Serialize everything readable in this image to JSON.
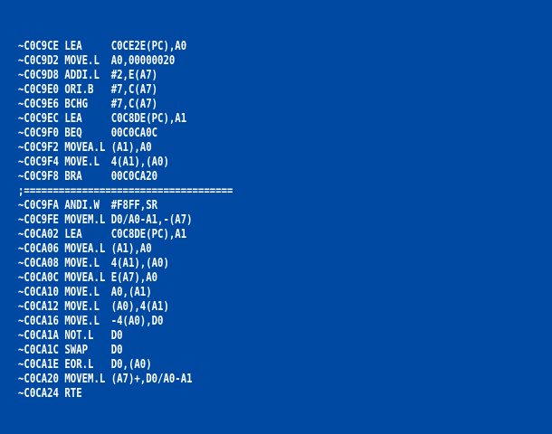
{
  "colors": {
    "background": "#0049a3",
    "text": "#ffffff"
  },
  "lines": [
    {
      "addr": "~C0C9CE",
      "mnem": "LEA",
      "ops": "C0CE2E(PC),A0"
    },
    {
      "addr": "~C0C9D2",
      "mnem": "MOVE.L",
      "ops": "A0,00000020"
    },
    {
      "addr": "~C0C9D8",
      "mnem": "ADDI.L",
      "ops": "#2,E(A7)"
    },
    {
      "addr": "~C0C9E0",
      "mnem": "ORI.B",
      "ops": "#7,C(A7)"
    },
    {
      "addr": "~C0C9E6",
      "mnem": "BCHG",
      "ops": "#7,C(A7)"
    },
    {
      "addr": "~C0C9EC",
      "mnem": "LEA",
      "ops": "C0C8DE(PC),A1"
    },
    {
      "addr": "~C0C9F0",
      "mnem": "BEQ",
      "ops": "00C0CA0C"
    },
    {
      "addr": "~C0C9F2",
      "mnem": "MOVEA.L",
      "ops": "(A1),A0"
    },
    {
      "addr": "~C0C9F4",
      "mnem": "MOVE.L",
      "ops": "4(A1),(A0)"
    },
    {
      "addr": "~C0C9F8",
      "mnem": "BRA",
      "ops": "00C0CA20"
    },
    {
      "sep": ";===================================="
    },
    {
      "addr": "~C0C9FA",
      "mnem": "ANDI.W",
      "ops": "#F8FF,SR"
    },
    {
      "addr": "~C0C9FE",
      "mnem": "MOVEM.L",
      "ops": "D0/A0-A1,-(A7)"
    },
    {
      "addr": "~C0CA02",
      "mnem": "LEA",
      "ops": "C0C8DE(PC),A1"
    },
    {
      "addr": "~C0CA06",
      "mnem": "MOVEA.L",
      "ops": "(A1),A0"
    },
    {
      "addr": "~C0CA08",
      "mnem": "MOVE.L",
      "ops": "4(A1),(A0)"
    },
    {
      "addr": "~C0CA0C",
      "mnem": "MOVEA.L",
      "ops": "E(A7),A0"
    },
    {
      "addr": "~C0CA10",
      "mnem": "MOVE.L",
      "ops": "A0,(A1)"
    },
    {
      "addr": "~C0CA12",
      "mnem": "MOVE.L",
      "ops": "(A0),4(A1)"
    },
    {
      "addr": "~C0CA16",
      "mnem": "MOVE.L",
      "ops": "-4(A0),D0"
    },
    {
      "addr": "~C0CA1A",
      "mnem": "NOT.L",
      "ops": "D0"
    },
    {
      "addr": "~C0CA1C",
      "mnem": "SWAP",
      "ops": "D0"
    },
    {
      "addr": "~C0CA1E",
      "mnem": "EOR.L",
      "ops": "D0,(A0)"
    },
    {
      "addr": "~C0CA20",
      "mnem": "MOVEM.L",
      "ops": "(A7)+,D0/A0-A1"
    },
    {
      "addr": "~C0CA24",
      "mnem": "RTE",
      "ops": ""
    }
  ]
}
